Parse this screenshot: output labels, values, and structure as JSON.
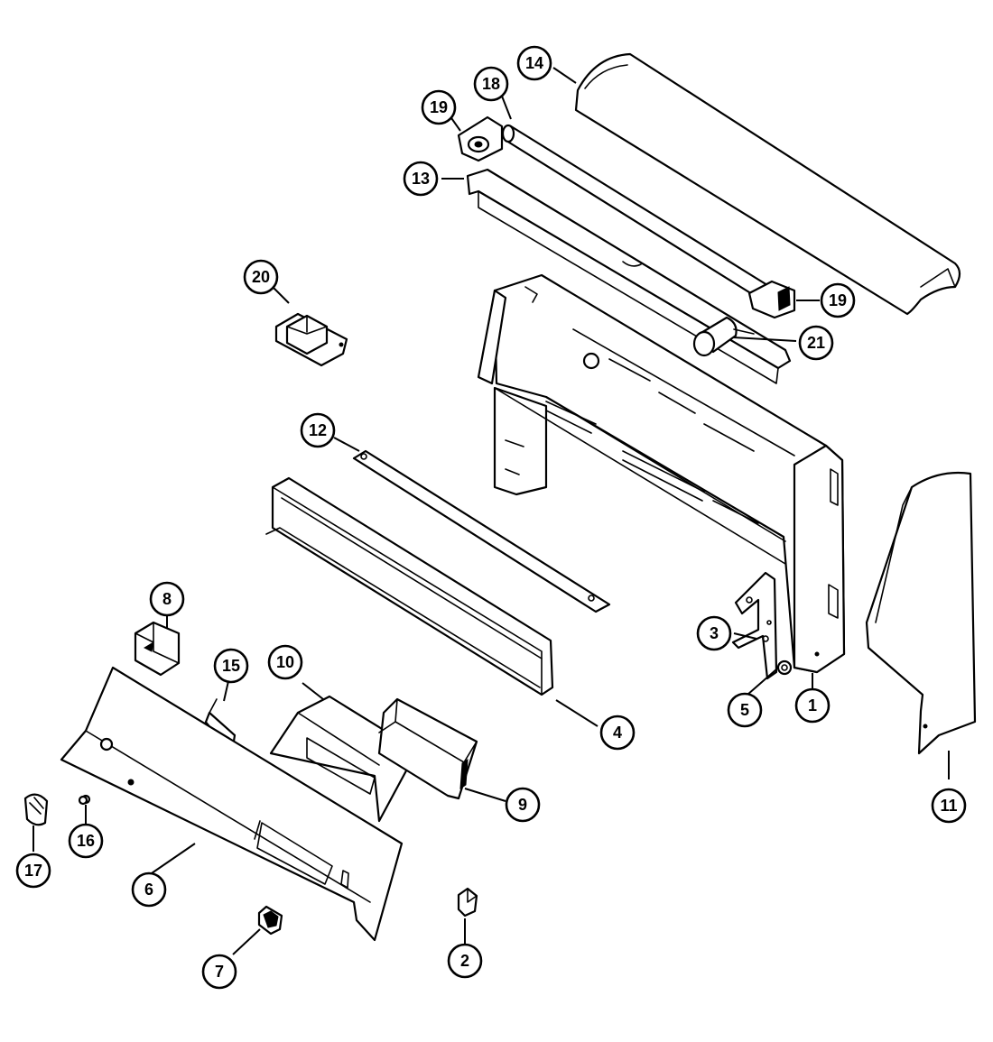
{
  "diagram": {
    "callouts": [
      {
        "id": "c1",
        "label": "1"
      },
      {
        "id": "c2",
        "label": "2"
      },
      {
        "id": "c3",
        "label": "3"
      },
      {
        "id": "c4",
        "label": "4"
      },
      {
        "id": "c5",
        "label": "5"
      },
      {
        "id": "c6",
        "label": "6"
      },
      {
        "id": "c7",
        "label": "7"
      },
      {
        "id": "c8",
        "label": "8"
      },
      {
        "id": "c9",
        "label": "9"
      },
      {
        "id": "c10",
        "label": "10"
      },
      {
        "id": "c11",
        "label": "11"
      },
      {
        "id": "c12",
        "label": "12"
      },
      {
        "id": "c13",
        "label": "13"
      },
      {
        "id": "c14",
        "label": "14"
      },
      {
        "id": "c15",
        "label": "15"
      },
      {
        "id": "c16",
        "label": "16"
      },
      {
        "id": "c17",
        "label": "17"
      },
      {
        "id": "c18",
        "label": "18"
      },
      {
        "id": "c19a",
        "label": "19"
      },
      {
        "id": "c19b",
        "label": "19"
      },
      {
        "id": "c20",
        "label": "20"
      },
      {
        "id": "c21",
        "label": "21"
      }
    ]
  }
}
